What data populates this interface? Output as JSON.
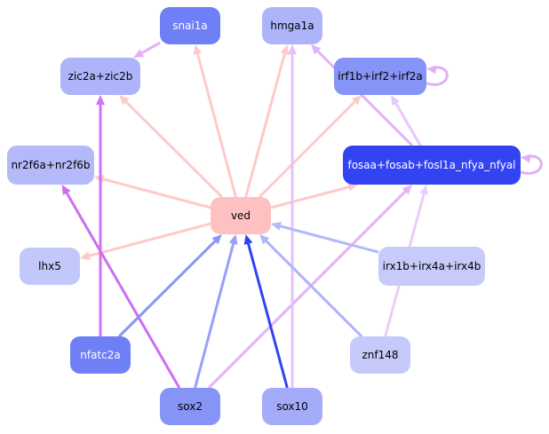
{
  "nodes": [
    {
      "id": "snai1a",
      "label": "snai1a",
      "fill": "#6f7ff5",
      "text_color": "#ffffff"
    },
    {
      "id": "hmga1a",
      "label": "hmga1a",
      "fill": "#adb4fa",
      "text_color": "#000000"
    },
    {
      "id": "zic2a",
      "label": "zic2a+zic2b",
      "fill": "#adb4fa",
      "text_color": "#000000"
    },
    {
      "id": "irf1b",
      "label": "irf1b+irf2+irf2a",
      "fill": "#8693f7",
      "text_color": "#000000"
    },
    {
      "id": "nr2f6a",
      "label": "nr2f6a+nr2f6b",
      "fill": "#b4baf9",
      "text_color": "#000000"
    },
    {
      "id": "fosaa",
      "label": "fosaa+fosab+fosl1a_nfya_nfyal",
      "fill": "#3244f2",
      "text_color": "#ffffff"
    },
    {
      "id": "ved",
      "label": "ved",
      "fill": "#fec1c1",
      "text_color": "#000000"
    },
    {
      "id": "lhx5",
      "label": "lhx5",
      "fill": "#c3c8fb",
      "text_color": "#000000"
    },
    {
      "id": "irx1b",
      "label": "irx1b+irx4a+irx4b",
      "fill": "#c7cbfb",
      "text_color": "#000000"
    },
    {
      "id": "znf148",
      "label": "znf148",
      "fill": "#c6cafb",
      "text_color": "#000000"
    },
    {
      "id": "nfatc2a",
      "label": "nfatc2a",
      "fill": "#6f7ff5",
      "text_color": "#ffffff"
    },
    {
      "id": "sox2",
      "label": "sox2",
      "fill": "#8693f7",
      "text_color": "#000000"
    },
    {
      "id": "sox10",
      "label": "sox10",
      "fill": "#a4acf9",
      "text_color": "#000000"
    }
  ],
  "edges": [
    {
      "from": "ved",
      "to": "snai1a",
      "color": "#fdcaca"
    },
    {
      "from": "ved",
      "to": "hmga1a",
      "color": "#fdcaca"
    },
    {
      "from": "ved",
      "to": "zic2a",
      "color": "#fdcaca"
    },
    {
      "from": "ved",
      "to": "irf1b",
      "color": "#fdcaca"
    },
    {
      "from": "ved",
      "to": "nr2f6a",
      "color": "#fdcaca"
    },
    {
      "from": "ved",
      "to": "fosaa",
      "color": "#fdcaca"
    },
    {
      "from": "ved",
      "to": "lhx5",
      "color": "#fdcaca"
    },
    {
      "from": "snai1a",
      "to": "zic2a",
      "color": "#e4b0f6"
    },
    {
      "from": "fosaa",
      "to": "hmga1a",
      "color": "#e0b4f7"
    },
    {
      "from": "fosaa",
      "to": "irf1b",
      "color": "#e8c8fb"
    },
    {
      "from": "nfatc2a",
      "to": "zic2a",
      "color": "#cf73f3"
    },
    {
      "from": "sox2",
      "to": "nr2f6a",
      "color": "#cd6ef1"
    },
    {
      "from": "sox2",
      "to": "fosaa",
      "color": "#e2b3f5"
    },
    {
      "from": "sox2",
      "to": "ved",
      "color": "#97a1f7"
    },
    {
      "from": "sox10",
      "to": "hmga1a",
      "color": "#e8c0f9"
    },
    {
      "from": "sox10",
      "to": "ved",
      "color": "#3244f2"
    },
    {
      "from": "znf148",
      "to": "ved",
      "color": "#adb4f8"
    },
    {
      "from": "znf148",
      "to": "fosaa",
      "color": "#ecccfb"
    },
    {
      "from": "irx1b",
      "to": "ved",
      "color": "#b2b9f8"
    },
    {
      "from": "nfatc2a",
      "to": "ved",
      "color": "#8a95f5"
    },
    {
      "from": "irf1b",
      "to": "irf1b",
      "color": "#e0b0f6"
    },
    {
      "from": "fosaa",
      "to": "fosaa",
      "color": "#e0b0f6"
    }
  ]
}
